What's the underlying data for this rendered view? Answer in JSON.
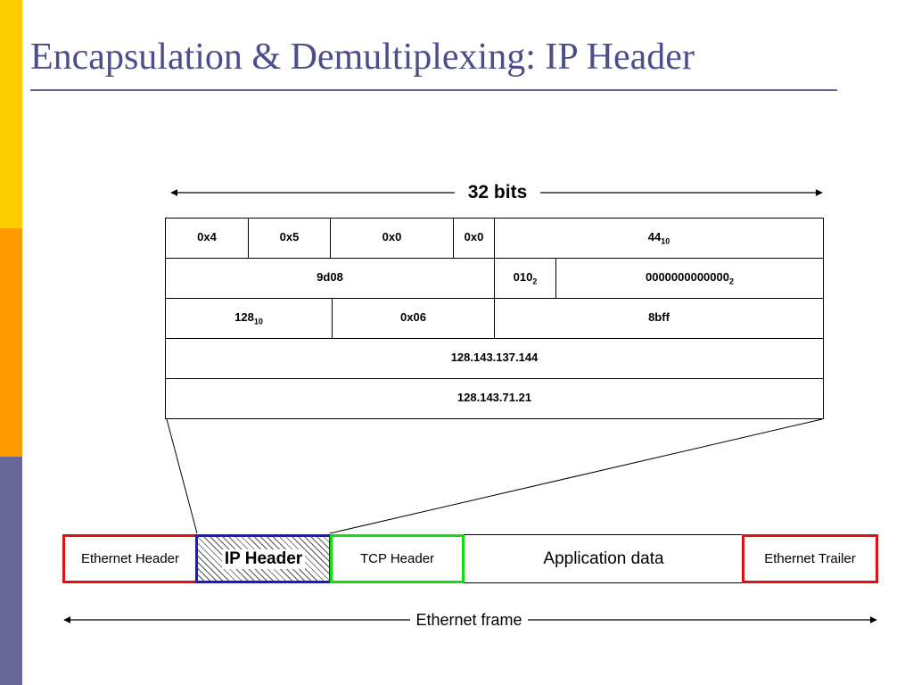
{
  "slide": {
    "title": "Encapsulation & Demultiplexing: IP Header",
    "colors": {
      "title": "#4d4d8c",
      "bar_top": "#ffcc00",
      "bar_middle": "#ff9900",
      "bar_bottom": "#666699"
    }
  },
  "header_width_label": "32 bits",
  "ip_header": {
    "rows": [
      [
        {
          "text": "0x4"
        },
        {
          "text": "0x5"
        },
        {
          "text": "0x0"
        },
        {
          "text": "0x0"
        },
        {
          "text": "44",
          "sub": "10"
        }
      ],
      [
        {
          "text": "9d08"
        },
        {
          "text": "010",
          "sub": "2"
        },
        {
          "text": "0000000000000",
          "sub": "2"
        }
      ],
      [
        {
          "text": "128",
          "sub": "10"
        },
        {
          "text": "0x06"
        },
        {
          "text": "8bff"
        }
      ],
      [
        {
          "text": "128.143.137.144"
        }
      ],
      [
        {
          "text": "128.143.71.21"
        }
      ]
    ]
  },
  "frame": {
    "ethernet_header": "Ethernet Header",
    "ip_header": "IP Header",
    "tcp_header": "TCP Header",
    "application_data": "Application data",
    "ethernet_trailer": "Ethernet Trailer",
    "label": "Ethernet frame",
    "colors": {
      "ethernet": "#dd1111",
      "ip": "#1a1acc",
      "tcp": "#11dd11"
    }
  }
}
